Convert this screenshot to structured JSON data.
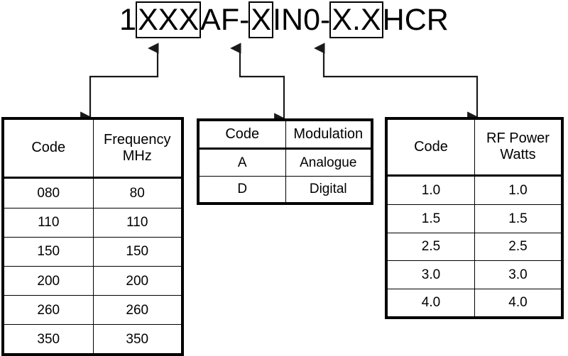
{
  "diagram": {
    "title_segments": [
      {
        "text": "1",
        "boxed": false
      },
      {
        "text": "XXX",
        "boxed": true
      },
      {
        "text": " AF-",
        "boxed": false
      },
      {
        "text": "X",
        "boxed": true
      },
      {
        "text": "IN0-",
        "boxed": false
      },
      {
        "text": "X.X",
        "boxed": true
      },
      {
        "text": " HCR",
        "boxed": false
      }
    ],
    "full_part_number": "1XXX AF-XIN0-X.X HCR",
    "line_color": "#1a1a1a"
  },
  "tables": {
    "frequency": {
      "headers": [
        "Code",
        "Frequency",
        "MHz"
      ],
      "header_code": "Code",
      "header_value_line1": "Frequency",
      "header_value_line2": "MHz",
      "rows": [
        {
          "code": "080",
          "value": "80"
        },
        {
          "code": "110",
          "value": "110"
        },
        {
          "code": "150",
          "value": "150"
        },
        {
          "code": "200",
          "value": "200"
        },
        {
          "code": "260",
          "value": "260"
        },
        {
          "code": "350",
          "value": "350"
        }
      ]
    },
    "modulation": {
      "header_code": "Code",
      "header_value_line1": "Modulation",
      "header_value_line2": "",
      "rows": [
        {
          "code": "A",
          "value": "Analogue"
        },
        {
          "code": "D",
          "value": "Digital"
        }
      ]
    },
    "rfpower": {
      "header_code": "Code",
      "header_value_line1": "RF Power",
      "header_value_line2": "Watts",
      "rows": [
        {
          "code": "1.0",
          "value": "1.0"
        },
        {
          "code": "1.5",
          "value": "1.5"
        },
        {
          "code": "2.5",
          "value": "2.5"
        },
        {
          "code": "3.0",
          "value": "3.0"
        },
        {
          "code": "4.0",
          "value": "4.0"
        }
      ]
    }
  }
}
